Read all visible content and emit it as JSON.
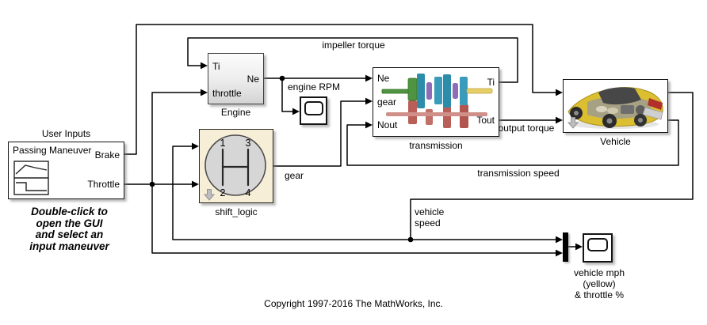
{
  "window": {
    "background": "#ffffff"
  },
  "colors": {
    "wire": "#000000",
    "block_border": "#141414",
    "shift_logic_fill": "#f7eed8",
    "shift_circle_fill": "#d6d6d6",
    "mux_fill": "#000000",
    "link_badge_gray": "#bdbdbd",
    "car_yellow": "#dcbf30",
    "gear_green": "#4f9440",
    "gear_teal": "#2e8cab",
    "gear_purple": "#8e6cb8",
    "gear_red": "#b95f58",
    "shaft_yellow": "#e6cf6b"
  },
  "blocks": {
    "user_inputs": {
      "title": "User Inputs",
      "header": "Passing Maneuver",
      "port_brake": "Brake",
      "port_throttle": "Throttle"
    },
    "engine": {
      "name": "Engine",
      "port_ti": "Ti",
      "port_throttle": "throttle",
      "port_ne": "Ne"
    },
    "engine_rpm_scope": {
      "name": "engine RPM"
    },
    "shift_logic": {
      "name": "shift_logic",
      "gear_numbers": [
        "1",
        "3",
        "2",
        "4"
      ]
    },
    "transmission": {
      "name": "transmission",
      "port_ne": "Ne",
      "port_gear": "gear",
      "port_nout": "Nout",
      "port_ti": "Ti",
      "port_tout": "Tout"
    },
    "vehicle": {
      "name": "Vehicle"
    },
    "vehicle_scope": {
      "name_line1": "vehicle mph",
      "name_line2": "(yellow)",
      "name_line3": "& throttle %"
    }
  },
  "signal_labels": {
    "impeller_torque": "impeller torque",
    "gear": "gear",
    "output_torque": "output torque",
    "transmission_speed": "transmission speed",
    "vehicle_speed_line1": "vehicle",
    "vehicle_speed_line2": "speed"
  },
  "annotations": {
    "note_line1": "Double-click to",
    "note_line2": "open the GUI",
    "note_line3": "and select an",
    "note_line4": "input maneuver",
    "copyright": "Copyright 1997-2016 The MathWorks, Inc."
  }
}
